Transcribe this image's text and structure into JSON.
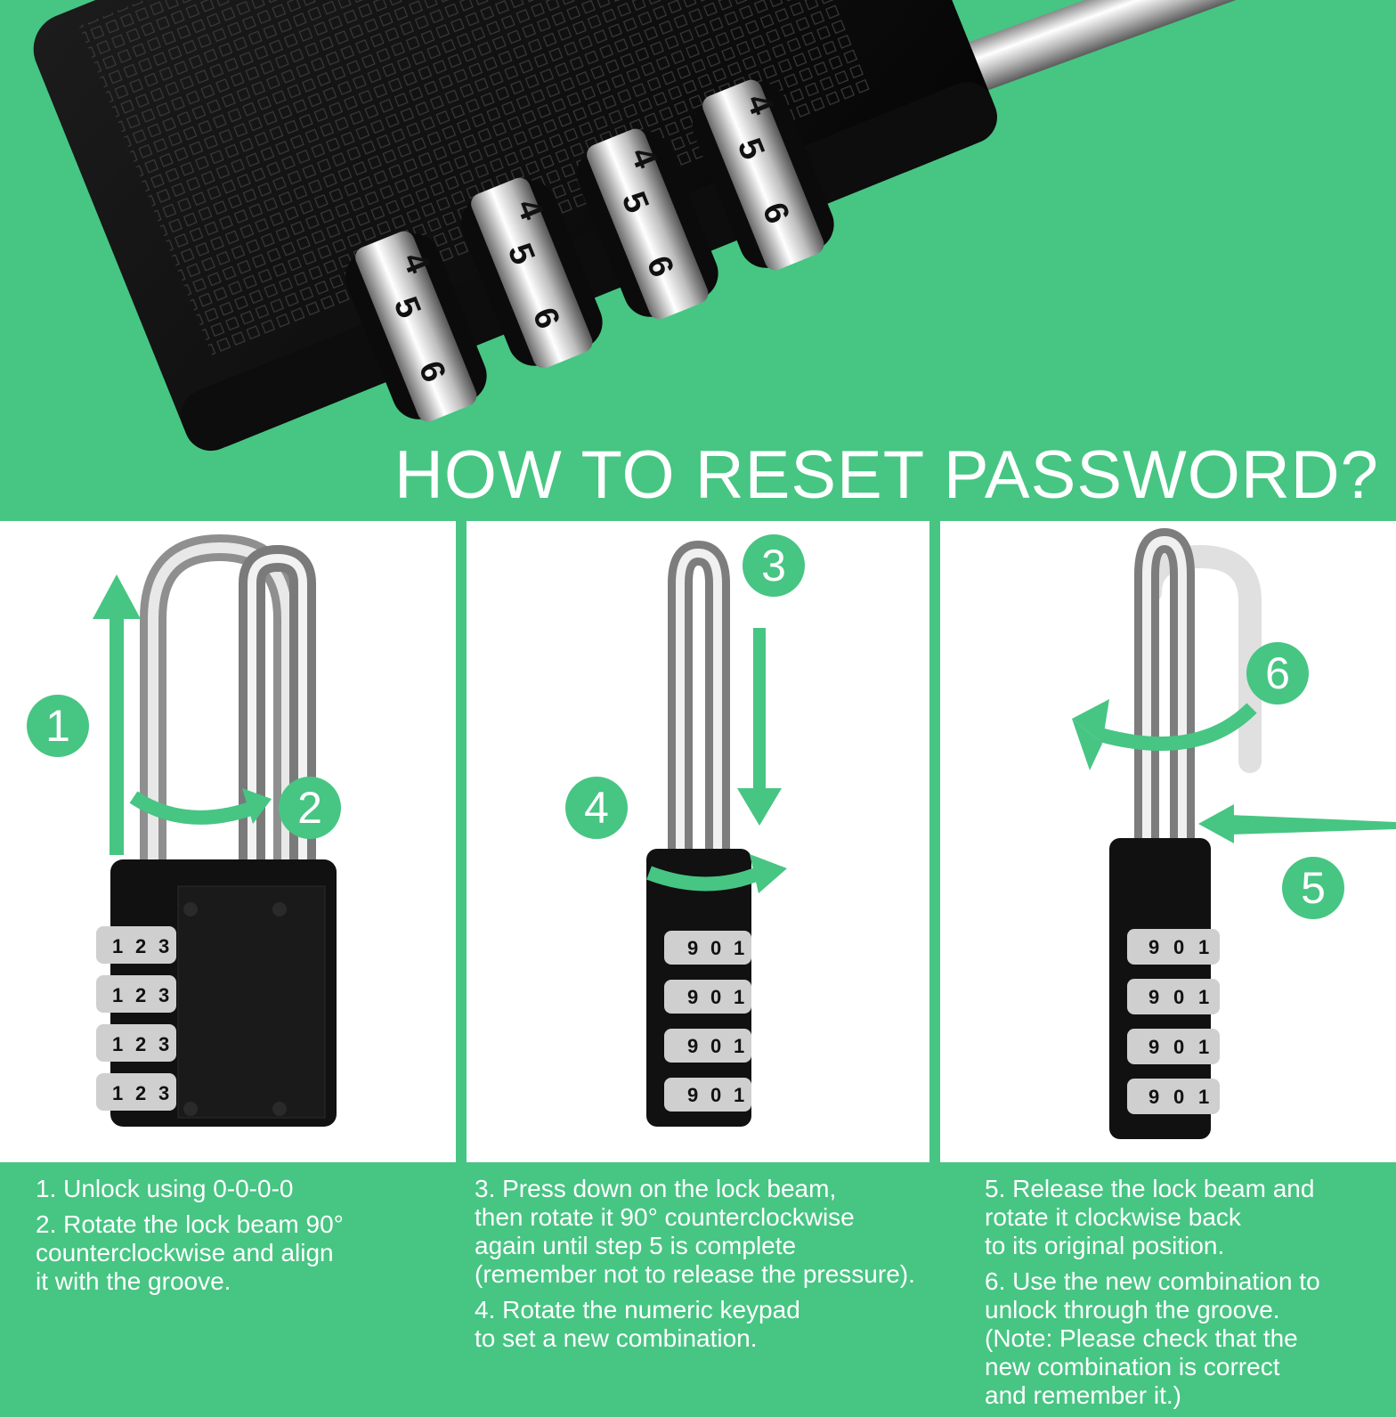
{
  "headline": "HOW TO RESET PASSWORD?",
  "colors": {
    "brand_green": "#47c583",
    "lock_body": "#111111",
    "white": "#ffffff"
  },
  "hero_wheel_digits": [
    "4",
    "5",
    "6"
  ],
  "steps": [
    {
      "number": "1"
    },
    {
      "number": "2"
    },
    {
      "number": "3"
    },
    {
      "number": "4"
    },
    {
      "number": "5"
    },
    {
      "number": "6"
    }
  ],
  "panels": [
    {
      "wheel_digits": [
        "1",
        "2",
        "3"
      ],
      "instructions": [
        "1. Unlock using 0-0-0-0",
        "2. Rotate the lock beam 90°\ncounterclockwise and align\nit with the groove."
      ]
    },
    {
      "wheel_digits": [
        "9",
        "0",
        "1"
      ],
      "instructions": [
        "3. Press down on the lock beam,\nthen rotate it 90° counterclockwise\nagain until step 5 is complete\n(remember not to release the pressure).",
        "4. Rotate the numeric keypad\nto set a new combination."
      ]
    },
    {
      "wheel_digits": [
        "9",
        "0",
        "1"
      ],
      "instructions": [
        "5. Release the lock beam and\nrotate it clockwise back\nto its original position.",
        "6. Use the new combination to\nunlock through the groove.\n(Note: Please check that the\nnew combination is correct\nand remember it.)"
      ]
    }
  ]
}
